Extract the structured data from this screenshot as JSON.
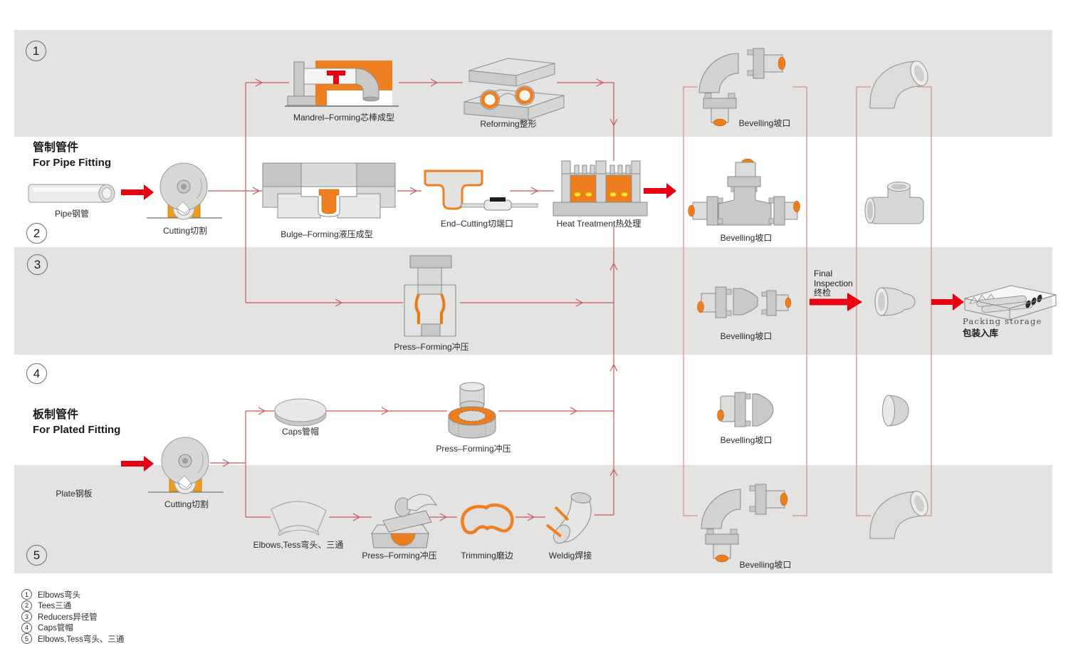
{
  "sections": {
    "pipe": {
      "zh": "管制管件",
      "en": "For Pipe Fitting"
    },
    "plate": {
      "zh": "板制管件",
      "en": "For Plated Fitting"
    }
  },
  "steps": {
    "pipe_blank": "Pipe钢管",
    "plate_blank": "Plate钢板",
    "cutting": "Cutting切割",
    "mandrel_forming": "Mandrel–Forming芯棒成型",
    "reforming": "Reforming整形",
    "bulge_forming": "Bulge–Forming液压成型",
    "end_cutting": "End–Cutting切端口",
    "heat_treatment": "Heat Treatment热处理",
    "press_forming": "Press–Forming冲压",
    "caps_blank": "Caps管帽",
    "elbows_blank": "Elbows,Tess弯头、三通",
    "trimming": "Trimming磨边",
    "welding": "Weldig焊接",
    "bevelling": "Bevelling坡口",
    "final_inspection": [
      "Final",
      "Inspection",
      "终检"
    ],
    "packing_en": "Packing storage",
    "packing_zh": "包装入库"
  },
  "stages": [
    {
      "num": "1",
      "name": "Elbows弯头"
    },
    {
      "num": "2",
      "name": "Tees三通"
    },
    {
      "num": "3",
      "name": "Reducers异径管"
    },
    {
      "num": "4",
      "name": "Caps管帽"
    },
    {
      "num": "5",
      "name": "Elbows,Tess弯头、三通"
    }
  ],
  "colors": {
    "band_gray": "#e4e3e1",
    "accent_orange": "#ed7d1d",
    "arrow_red": "#e60012",
    "flow_line_red": "#c9595c",
    "bracket_red": "#d98f91"
  }
}
